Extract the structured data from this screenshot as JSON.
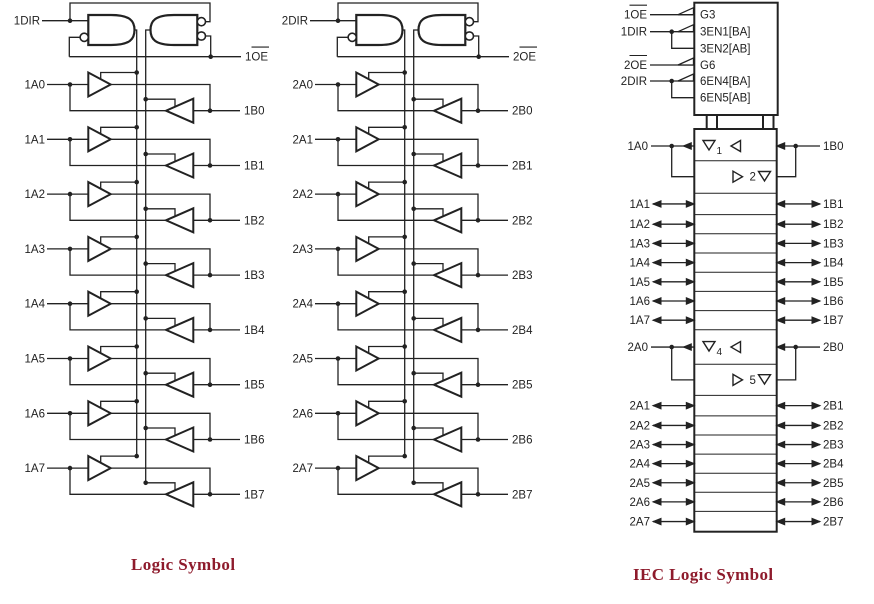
{
  "captions": {
    "logic": "Logic Symbol",
    "iec": "IEC Logic Symbol"
  },
  "colors": {
    "wire": "#222222",
    "caption": "#8e1b2c",
    "background": "#ffffff"
  },
  "logic": [
    {
      "dir": "1DIR",
      "oe": "1OE",
      "oe_overline_part": "OE",
      "a": [
        "1A0",
        "1A1",
        "1A2",
        "1A3",
        "1A4",
        "1A5",
        "1A6",
        "1A7"
      ],
      "b": [
        "1B0",
        "1B1",
        "1B2",
        "1B3",
        "1B4",
        "1B5",
        "1B6",
        "1B7"
      ]
    },
    {
      "dir": "2DIR",
      "oe": "2OE",
      "oe_overline_part": "OE",
      "a": [
        "2A0",
        "2A1",
        "2A2",
        "2A3",
        "2A4",
        "2A5",
        "2A6",
        "2A7"
      ],
      "b": [
        "2B0",
        "2B1",
        "2B2",
        "2B3",
        "2B4",
        "2B5",
        "2B6",
        "2B7"
      ]
    }
  ],
  "iec": {
    "control": {
      "inputs": [
        {
          "label": "1OE",
          "overline_part": "OE"
        },
        {
          "label": "1DIR",
          "overline_part": ""
        },
        {
          "label": "2OE",
          "overline_part": "OE"
        },
        {
          "label": "2DIR",
          "overline_part": ""
        }
      ],
      "annotations": [
        "G3",
        "3EN1[BA]",
        "3EN2[AB]",
        "G6",
        "6EN4[BA]",
        "6EN5[AB]"
      ]
    },
    "sections": [
      {
        "a_first": "1A0",
        "b_first": "1B0",
        "en_ba": "1",
        "en_ab": "2",
        "a": [
          "1A1",
          "1A2",
          "1A3",
          "1A4",
          "1A5",
          "1A6",
          "1A7"
        ],
        "b": [
          "1B1",
          "1B2",
          "1B3",
          "1B4",
          "1B5",
          "1B6",
          "1B7"
        ]
      },
      {
        "a_first": "2A0",
        "b_first": "2B0",
        "en_ba": "4",
        "en_ab": "5",
        "a": [
          "2A1",
          "2A2",
          "2A3",
          "2A4",
          "2A5",
          "2A6",
          "2A7"
        ],
        "b": [
          "2B1",
          "2B2",
          "2B3",
          "2B4",
          "2B5",
          "2B6",
          "2B7"
        ]
      }
    ]
  }
}
